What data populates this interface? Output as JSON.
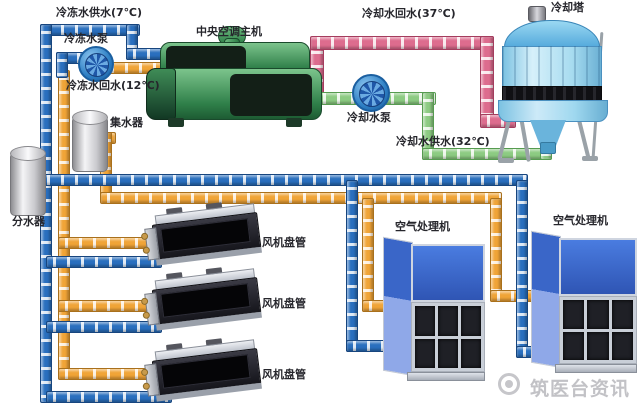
{
  "labels": {
    "chilled_supply": "冷冻水供水(7℃)",
    "chilled_pump": "冷冻水泵",
    "chilled_return": "冷冻水回水(12℃)",
    "chiller": "中央空调主机",
    "cooling_return": "冷却水回水(37℃)",
    "cooling_tower": "冷却塔",
    "cooling_pump": "冷却水泵",
    "cooling_supply": "冷却水供水(32℃)",
    "collector": "集水器",
    "distributor": "分水器",
    "fan_coils": [
      "风机盘管",
      "风机盘管",
      "风机盘管"
    ],
    "air_handlers": [
      "空气处理机",
      "空气处理机"
    ],
    "watermark": "筑医台资讯"
  },
  "temperatures_c": {
    "chilled_supply": 7,
    "chilled_return": 12,
    "cooling_return": 37,
    "cooling_supply": 32
  },
  "pipe_colors": {
    "chilled_supply_water": "#2a6fbe",
    "chilled_return_water": "#f0a437",
    "cooling_return_water": "#dd6c8e",
    "cooling_supply_water": "#8ccb82"
  }
}
